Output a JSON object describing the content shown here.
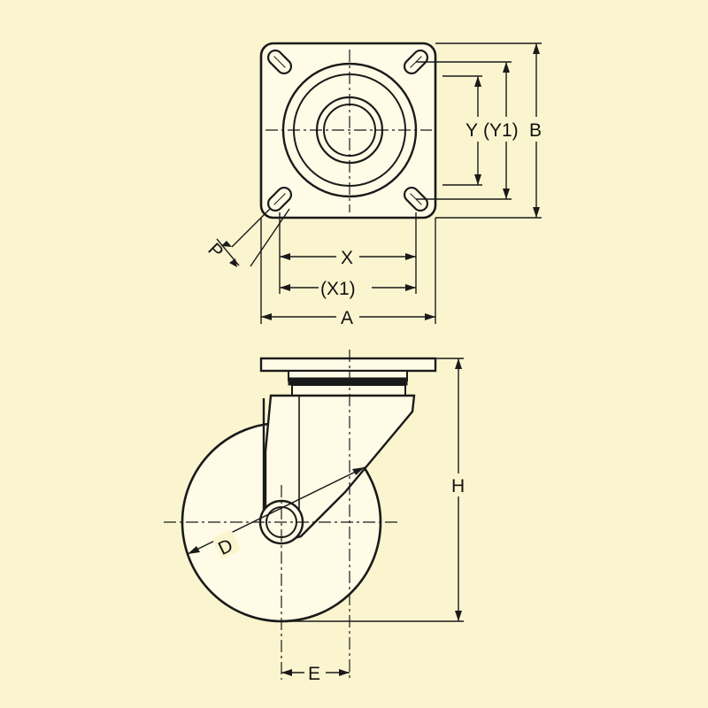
{
  "colors": {
    "background": "#fbf5cf",
    "line": "#1a1a1a",
    "part_fill": "#fffbe6"
  },
  "labels": {
    "y": "Y",
    "y1": "(Y1)",
    "b": "B",
    "x": "X",
    "x1": "(X1)",
    "a": "A",
    "p": "P",
    "h": "H",
    "d": "D",
    "e": "E"
  }
}
